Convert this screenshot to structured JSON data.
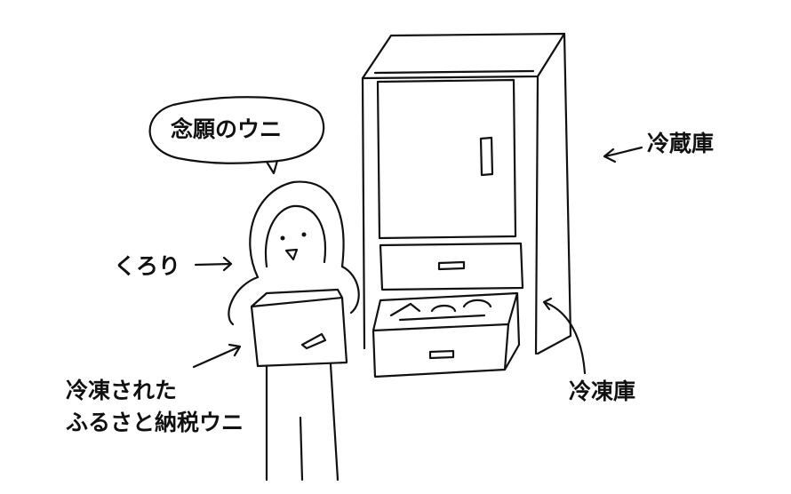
{
  "labels": {
    "speech": "念願のウニ",
    "refrigerator": "冷蔵庫",
    "person": "くろり",
    "box_line1": "冷凍された",
    "box_line2": "ふるさと納税ウニ",
    "freezer": "冷凍庫"
  },
  "colors": {
    "ink": "#111111",
    "background": "#ffffff"
  }
}
